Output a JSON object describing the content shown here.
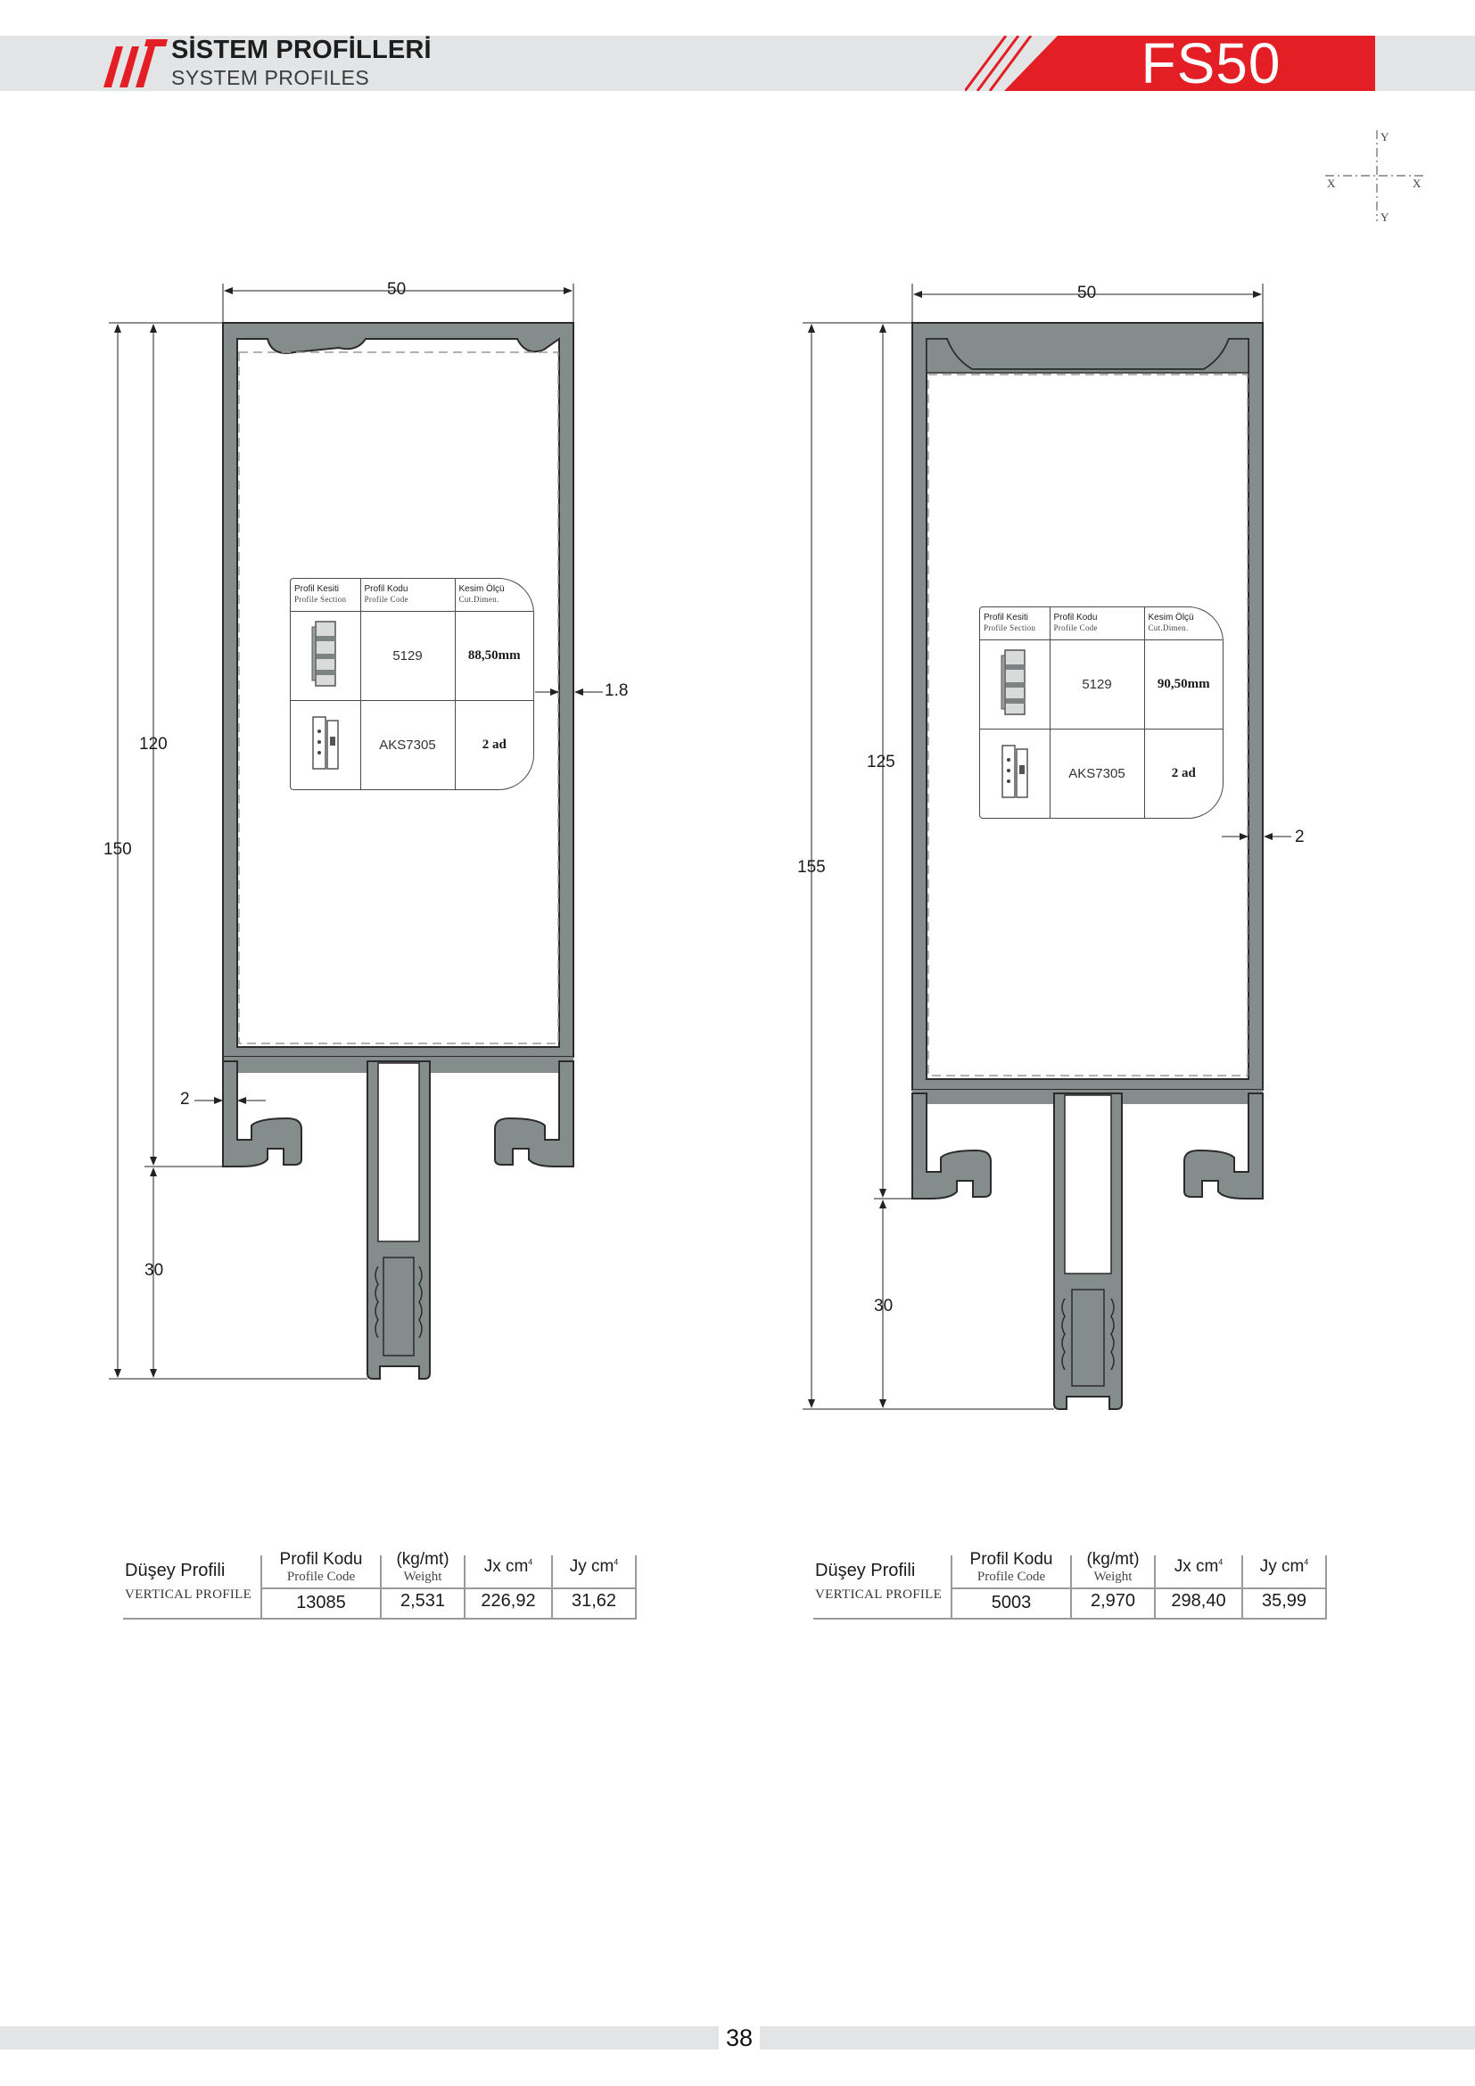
{
  "header": {
    "brand_tr": "SİSTEM PROFİLLERİ",
    "brand_en": "SYSTEM PROFILES",
    "series": "FS50",
    "accent_color": "#e31e24"
  },
  "axis_labels": {
    "y_top": "Y",
    "y_bottom": "Y",
    "x_left": "X",
    "x_right": "X"
  },
  "mini_table_headers": {
    "section_tr": "Profil Kesiti",
    "section_en": "Profile Section",
    "code_tr": "Profil Kodu",
    "code_en": "Profile Code",
    "cut_tr": "Kesim Ölçü",
    "cut_en": "Cut.Dimen."
  },
  "spec_headers": {
    "name_tr": "Düşey Profili",
    "name_en": "VERTICAL PROFILE",
    "code_tr": "Profil Kodu",
    "code_en": "Profile Code",
    "weight_tr": "(kg/mt)",
    "weight_en": "Weight",
    "jx": "Jx cm",
    "jy": "Jy cm",
    "exp": "4"
  },
  "profiles": [
    {
      "dims": {
        "width": "50",
        "inner_height": "120",
        "total_height": "150",
        "tail": "30",
        "wall_right": "1.8",
        "wall_left": "2"
      },
      "mini_rows": [
        {
          "code": "5129",
          "cut": "88,50mm",
          "icon": "profile-section-icon"
        },
        {
          "code": "AKS7305",
          "cut": "2 ad",
          "icon": "accessory-icon"
        }
      ],
      "spec": {
        "code": "13085",
        "weight": "2,531",
        "jx": "226,92",
        "jy": "31,62"
      }
    },
    {
      "dims": {
        "width": "50",
        "inner_height": "125",
        "total_height": "155",
        "tail": "30",
        "wall_right": "2"
      },
      "mini_rows": [
        {
          "code": "5129",
          "cut": "90,50mm",
          "icon": "profile-section-icon"
        },
        {
          "code": "AKS7305",
          "cut": "2 ad",
          "icon": "accessory-icon"
        }
      ],
      "spec": {
        "code": "5003",
        "weight": "2,970",
        "jx": "298,40",
        "jy": "35,99"
      }
    }
  ],
  "footer": {
    "page": "38"
  }
}
